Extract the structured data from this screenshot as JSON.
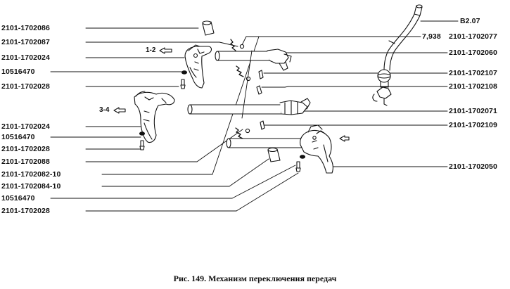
{
  "caption": "Рис. 149. Механизм переключения передач",
  "group_labels": {
    "g12": "1-2",
    "g34": "3-4"
  },
  "labels": {
    "l_2086": "2101-1702086",
    "l_2087": "2101-1702087",
    "l_2024a": "2101-1702024",
    "l_470a": "10516470",
    "l_2028a": "2101-1702028",
    "l_2024b": "2101-1702024",
    "l_470b": "10516470",
    "l_2028b": "2101-1702028",
    "l_2088": "2101-1702088",
    "l_2082": "2101-1702082-10",
    "l_2084": "2101-1702084-10",
    "l_470c": "10516470",
    "l_2028c": "2101-1702028",
    "r_b207": "B2.07",
    "r_7938": "7,938",
    "r_2077": "2101-1702077",
    "r_2060": "2101-1702060",
    "r_2107": "2101-1702107",
    "r_2108": "2101-1702108",
    "r_2071": "2101-1702071",
    "r_2109": "2101-1702109",
    "r_2050": "2101-1702050"
  }
}
